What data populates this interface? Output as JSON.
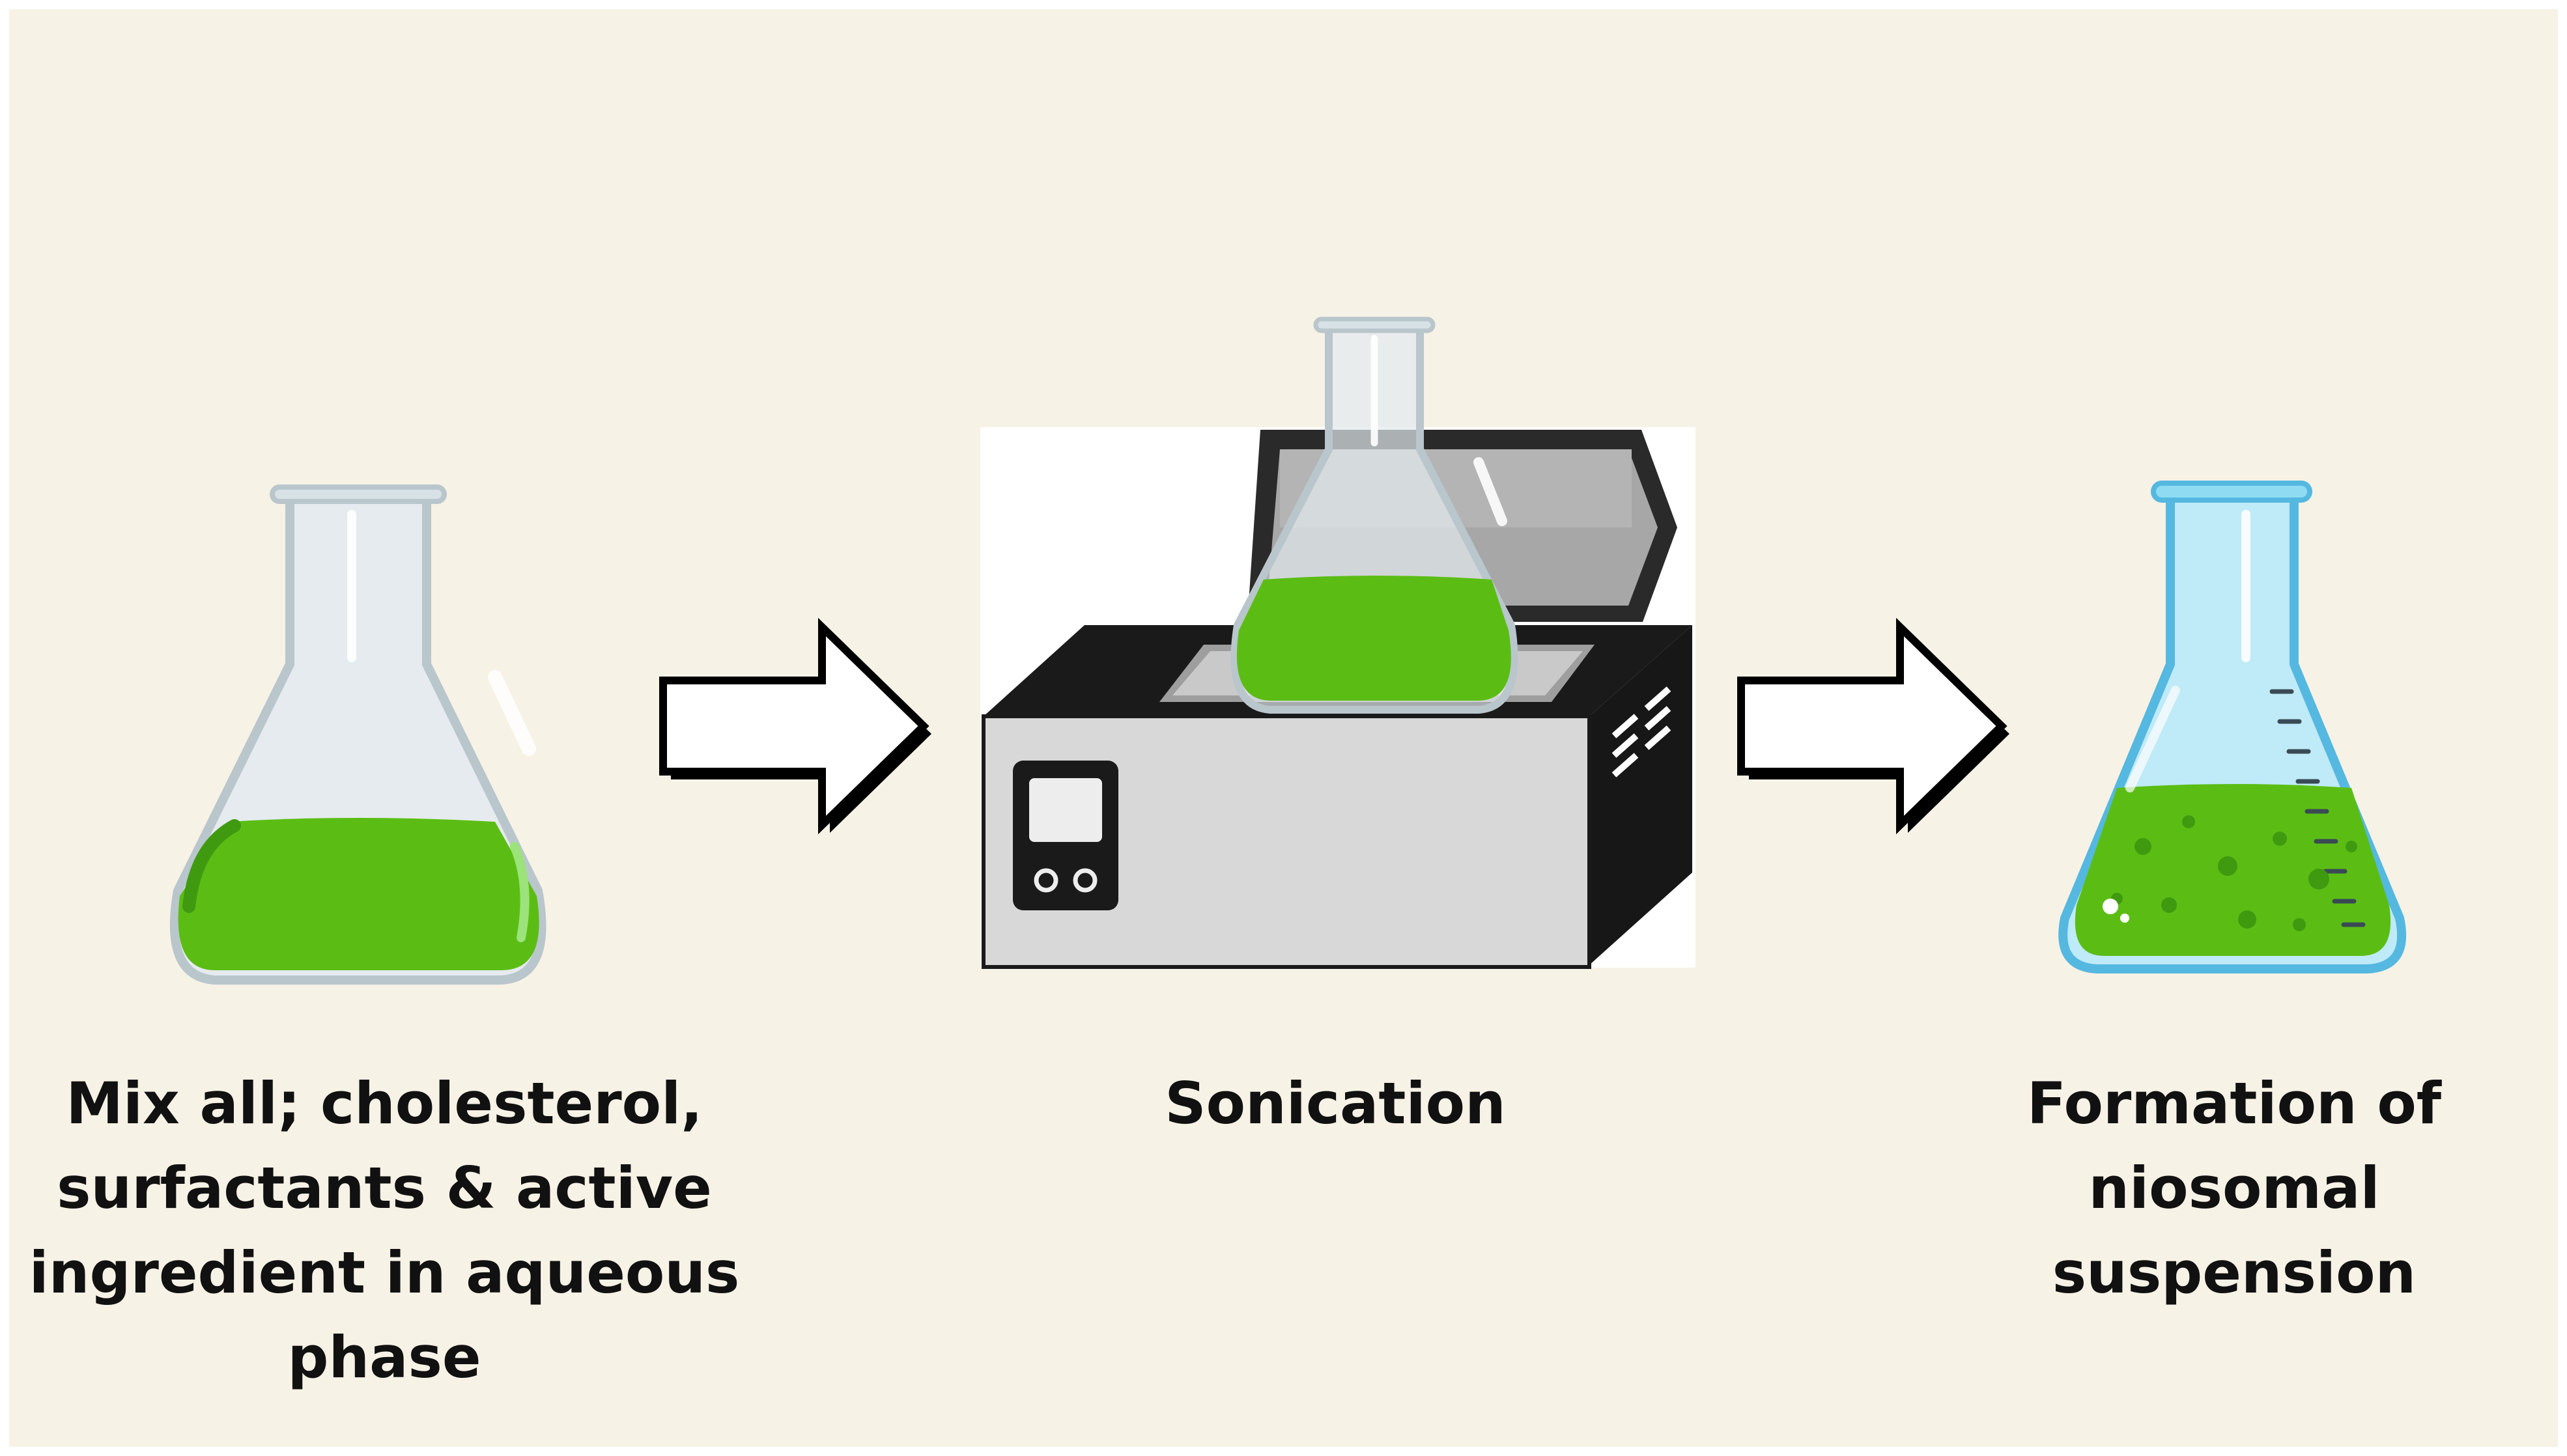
{
  "steps": [
    {
      "id": "mixing",
      "caption_lines": [
        "Mix all; cholesterol,",
        "surfactants  & active",
        "ingredient in aqueous",
        "phase"
      ],
      "illustration": "flask-green-solution-icon"
    },
    {
      "id": "sonication",
      "caption_lines": [
        "Sonication"
      ],
      "illustration": "ultrasonic-bath-with-flask-icon"
    },
    {
      "id": "formation",
      "caption_lines": [
        "Formation of",
        "niosomal",
        "suspension"
      ],
      "illustration": "flask-niosomal-suspension-icon"
    }
  ],
  "arrows": [
    {
      "from": "mixing",
      "to": "sonication"
    },
    {
      "from": "sonication",
      "to": "formation"
    }
  ],
  "colors": {
    "background": "#f7f2e6",
    "liquid_green": "#5bbd14",
    "liquid_dark_green": "#3f9a10",
    "glass": "#dfe8ec",
    "glass_outline": "#b9c6cc",
    "blue_flask": "#8fdcf2",
    "blue_flask_outline": "#55b8e0",
    "device_body": "#d8d8d8",
    "device_dark": "#1a1a1a",
    "arrow_fill": "#ffffff",
    "arrow_outline": "#000000"
  }
}
